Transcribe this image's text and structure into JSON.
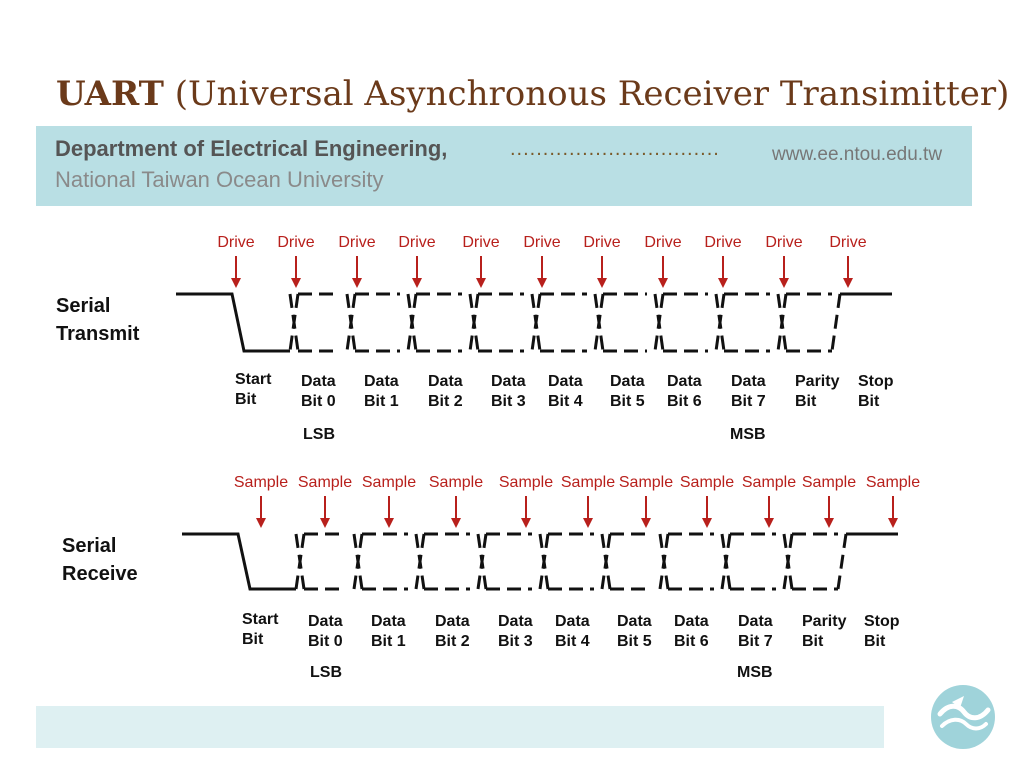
{
  "title": {
    "main": "UART",
    "rest": " (Universal Asynchronous Receiver Transimitter)"
  },
  "header": {
    "department": "Department of Electrical Engineering,",
    "dots": "................................",
    "website": "www.ee.ntou.edu.tw",
    "university": "National Taiwan Ocean University"
  },
  "transmit": {
    "label": [
      "Serial",
      "Transmit"
    ],
    "events": [
      "Drive",
      "Drive",
      "Drive",
      "Drive",
      "Drive",
      "Drive",
      "Drive",
      "Drive",
      "Drive",
      "Drive",
      "Drive"
    ],
    "bits": [
      [
        "Start",
        "Bit"
      ],
      [
        "Data",
        "Bit 0"
      ],
      [
        "Data",
        "Bit 1"
      ],
      [
        "Data",
        "Bit 2"
      ],
      [
        "Data",
        "Bit 3"
      ],
      [
        "Data",
        "Bit 4"
      ],
      [
        "Data",
        "Bit 5"
      ],
      [
        "Data",
        "Bit 6"
      ],
      [
        "Data",
        "Bit 7"
      ],
      [
        "Parity",
        "Bit"
      ],
      [
        "Stop",
        "Bit"
      ]
    ],
    "lsb": "LSB",
    "msb": "MSB"
  },
  "receive": {
    "label": [
      "Serial",
      "Receive"
    ],
    "events": [
      "Sample",
      "Sample",
      "Sample",
      "Sample",
      "Sample",
      "Sample",
      "Sample",
      "Sample",
      "Sample",
      "Sample",
      "Sample"
    ],
    "bits": [
      [
        "Start",
        "Bit"
      ],
      [
        "Data",
        "Bit 0"
      ],
      [
        "Data",
        "Bit 1"
      ],
      [
        "Data",
        "Bit 2"
      ],
      [
        "Data",
        "Bit 3"
      ],
      [
        "Data",
        "Bit 4"
      ],
      [
        "Data",
        "Bit 5"
      ],
      [
        "Data",
        "Bit 6"
      ],
      [
        "Data",
        "Bit 7"
      ],
      [
        "Parity",
        "Bit"
      ],
      [
        "Stop",
        "Bit"
      ]
    ],
    "lsb": "LSB",
    "msb": "MSB"
  },
  "colors": {
    "arrow": "#b8201c",
    "band": "#b9dfe4",
    "title": "#6b3a1a",
    "logo": "#9fd3da"
  },
  "icons": {
    "logo": "ntou-wave-logo-icon"
  }
}
